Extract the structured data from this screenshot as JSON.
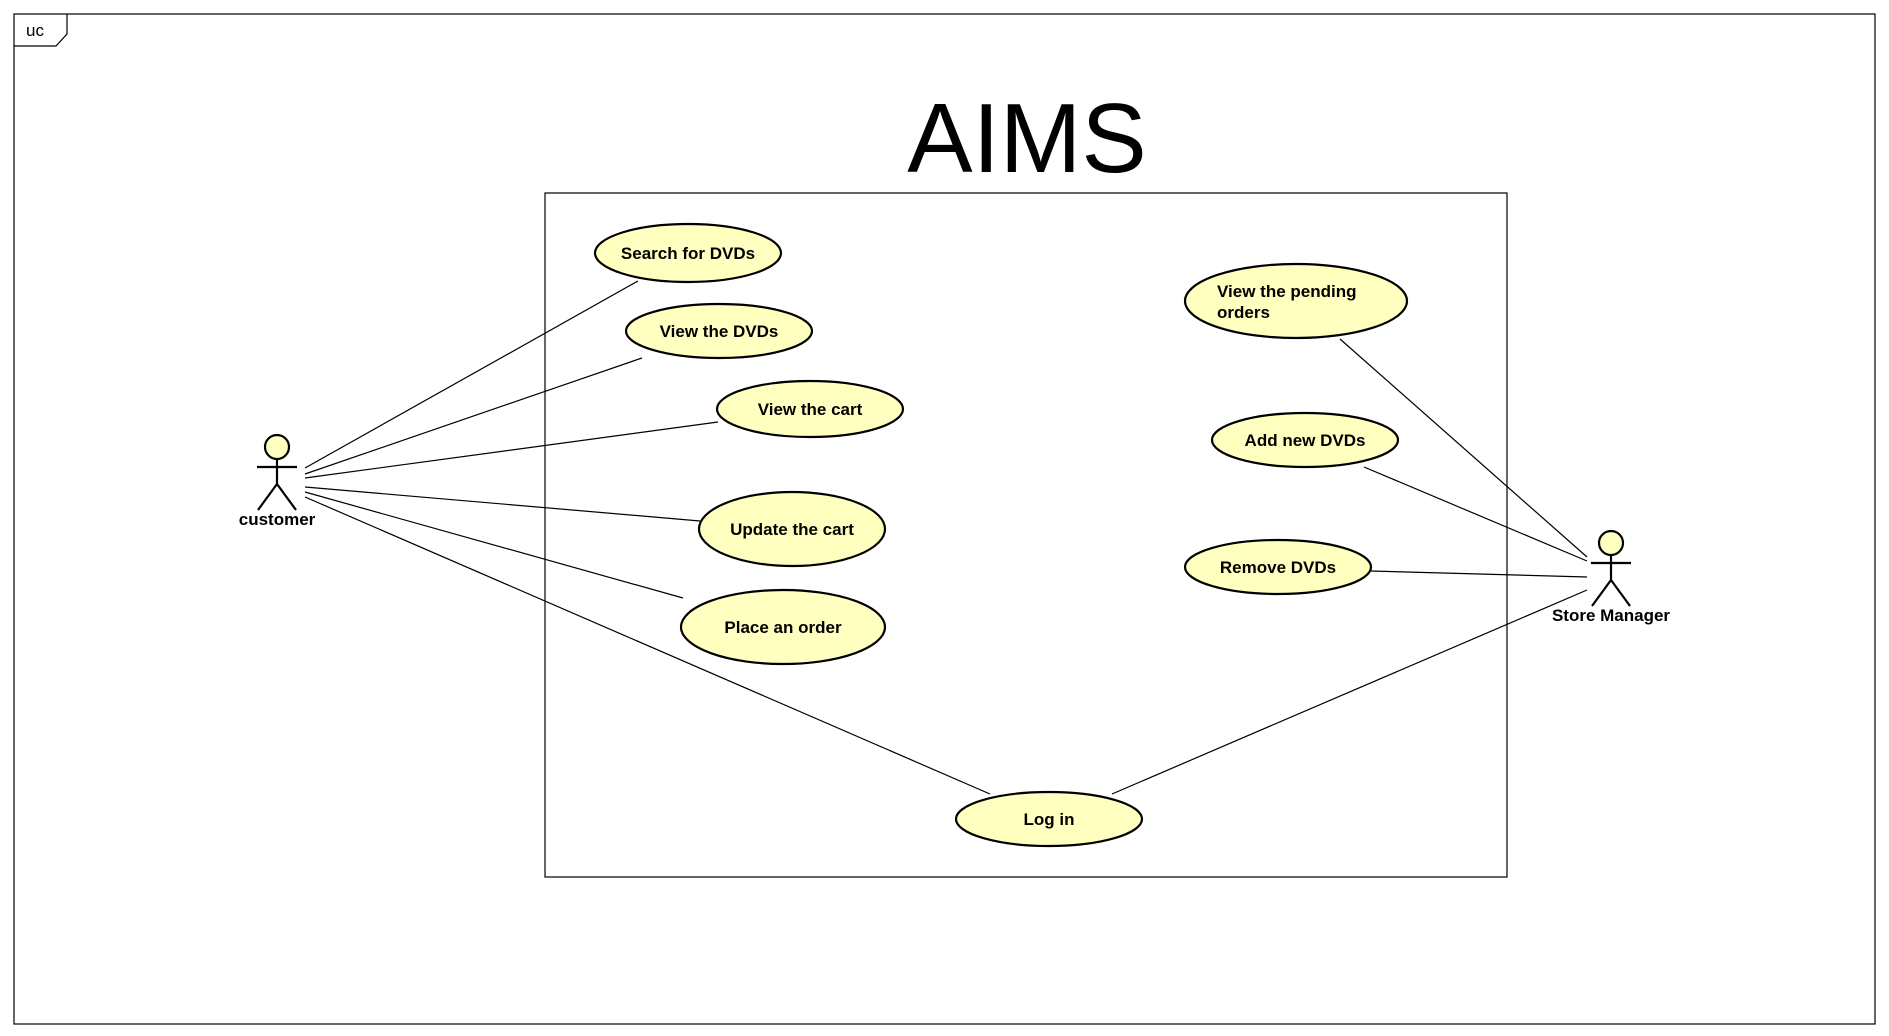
{
  "diagram": {
    "frame_tag": "uc",
    "system_name": "AIMS",
    "colors": {
      "use_case_fill": "#ffffc0",
      "actor_fill": "#ffffc0",
      "stroke": "#000000",
      "background": "#ffffff"
    },
    "actors": [
      {
        "id": "customer",
        "label": "customer"
      },
      {
        "id": "store-manager",
        "label": "Store Manager"
      }
    ],
    "use_cases": [
      {
        "id": "search-dvds",
        "lines": [
          "Search for DVDs"
        ]
      },
      {
        "id": "view-dvds",
        "lines": [
          "View the DVDs"
        ]
      },
      {
        "id": "view-cart",
        "lines": [
          "View the cart"
        ]
      },
      {
        "id": "update-cart",
        "lines": [
          "Update the cart"
        ]
      },
      {
        "id": "place-order",
        "lines": [
          "Place an order"
        ]
      },
      {
        "id": "log-in",
        "lines": [
          "Log in"
        ]
      },
      {
        "id": "view-pending-orders",
        "lines": [
          "View the pending",
          "orders"
        ]
      },
      {
        "id": "add-new-dvds",
        "lines": [
          "Add new DVDs"
        ]
      },
      {
        "id": "remove-dvds",
        "lines": [
          "Remove DVDs"
        ]
      }
    ],
    "associations": [
      {
        "actor": "customer",
        "use_case": "search-dvds"
      },
      {
        "actor": "customer",
        "use_case": "view-dvds"
      },
      {
        "actor": "customer",
        "use_case": "view-cart"
      },
      {
        "actor": "customer",
        "use_case": "update-cart"
      },
      {
        "actor": "customer",
        "use_case": "place-order"
      },
      {
        "actor": "customer",
        "use_case": "log-in"
      },
      {
        "actor": "store-manager",
        "use_case": "view-pending-orders"
      },
      {
        "actor": "store-manager",
        "use_case": "add-new-dvds"
      },
      {
        "actor": "store-manager",
        "use_case": "remove-dvds"
      },
      {
        "actor": "store-manager",
        "use_case": "log-in"
      }
    ]
  }
}
